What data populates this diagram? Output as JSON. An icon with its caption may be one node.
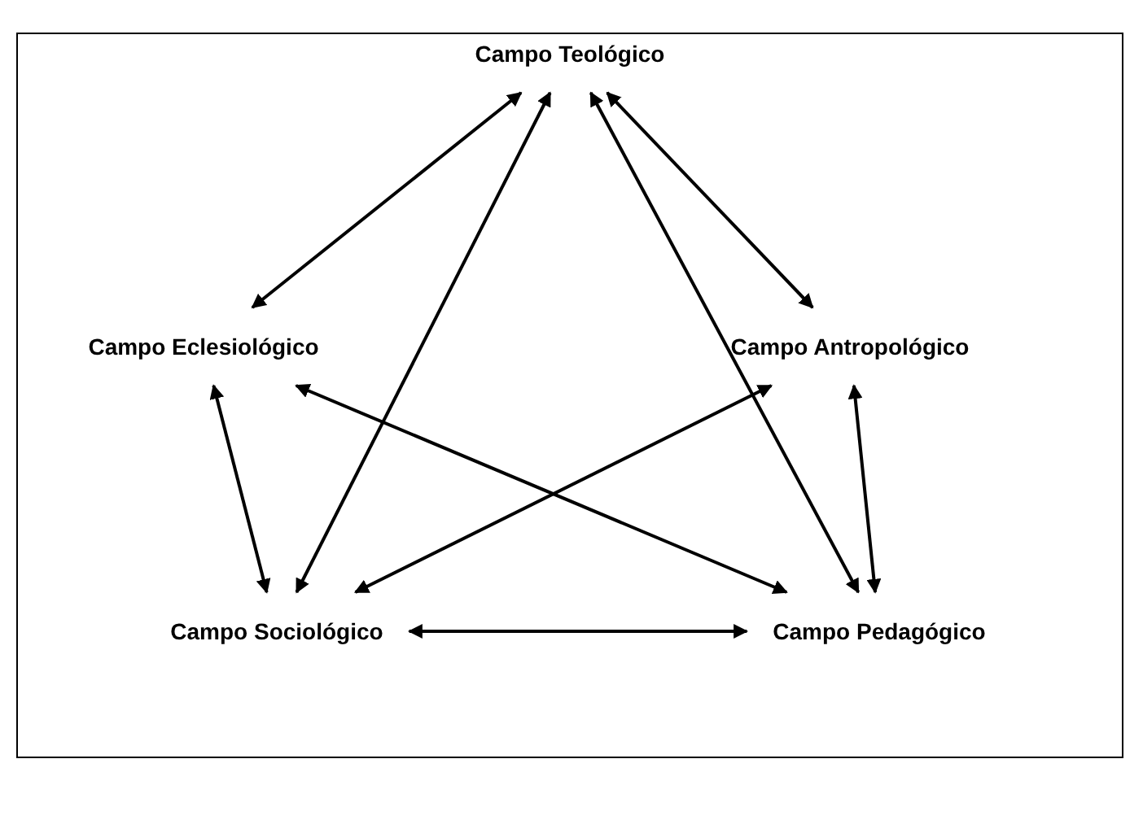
{
  "diagram": {
    "nodes": [
      {
        "text": [
          "Campo Teológico"
        ]
      },
      {
        "text": [
          "Campo Eclesiológico"
        ]
      },
      {
        "text": [
          "Campo Antropológico"
        ]
      },
      {
        "text": [
          "Campo Sociológico"
        ]
      },
      {
        "text": [
          "Campo Pedagógico"
        ]
      }
    ],
    "edges": [
      {
        "from": 0,
        "to": 1,
        "arrow": "both"
      },
      {
        "from": 0,
        "to": 2,
        "arrow": "both"
      },
      {
        "from": 1,
        "to": 3,
        "arrow": "both"
      },
      {
        "from": 2,
        "to": 4,
        "arrow": "both"
      },
      {
        "from": 3,
        "to": 4,
        "arrow": "both"
      },
      {
        "from": 0,
        "to": 3,
        "arrow": "both"
      },
      {
        "from": 0,
        "to": 4,
        "arrow": "both"
      },
      {
        "from": 1,
        "to": 4,
        "arrow": "both"
      },
      {
        "from": 2,
        "to": 3,
        "arrow": "both"
      }
    ]
  }
}
